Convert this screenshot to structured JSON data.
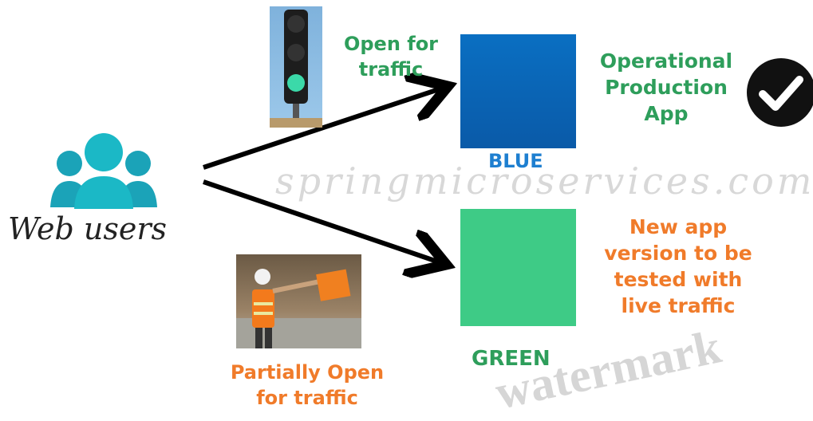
{
  "users": {
    "label": "Web users",
    "icon": "users-group-icon"
  },
  "open": {
    "label_line1": "Open for",
    "label_line2": "traffic",
    "icon": "traffic-light-green-icon"
  },
  "partial": {
    "label_line1": "Partially Open",
    "label_line2": "for traffic",
    "icon": "flagger-worker-photo"
  },
  "blue": {
    "label": "BLUE",
    "color": "#0a6fc2"
  },
  "green": {
    "label": "GREEN",
    "color": "#3ecb86"
  },
  "production": {
    "line1": "Operational",
    "line2": "Production",
    "line3": "App",
    "icon": "checkmark-icon"
  },
  "newapp": {
    "line1": "New app",
    "line2": "version to be",
    "line3": "tested with",
    "line4": "live traffic"
  },
  "watermark": {
    "site": "springmicroservices.com",
    "overlay": "watermark"
  },
  "colors": {
    "green_text": "#2e9e5b",
    "orange_text": "#f07b2a",
    "blue_text": "#1e7fd0"
  }
}
